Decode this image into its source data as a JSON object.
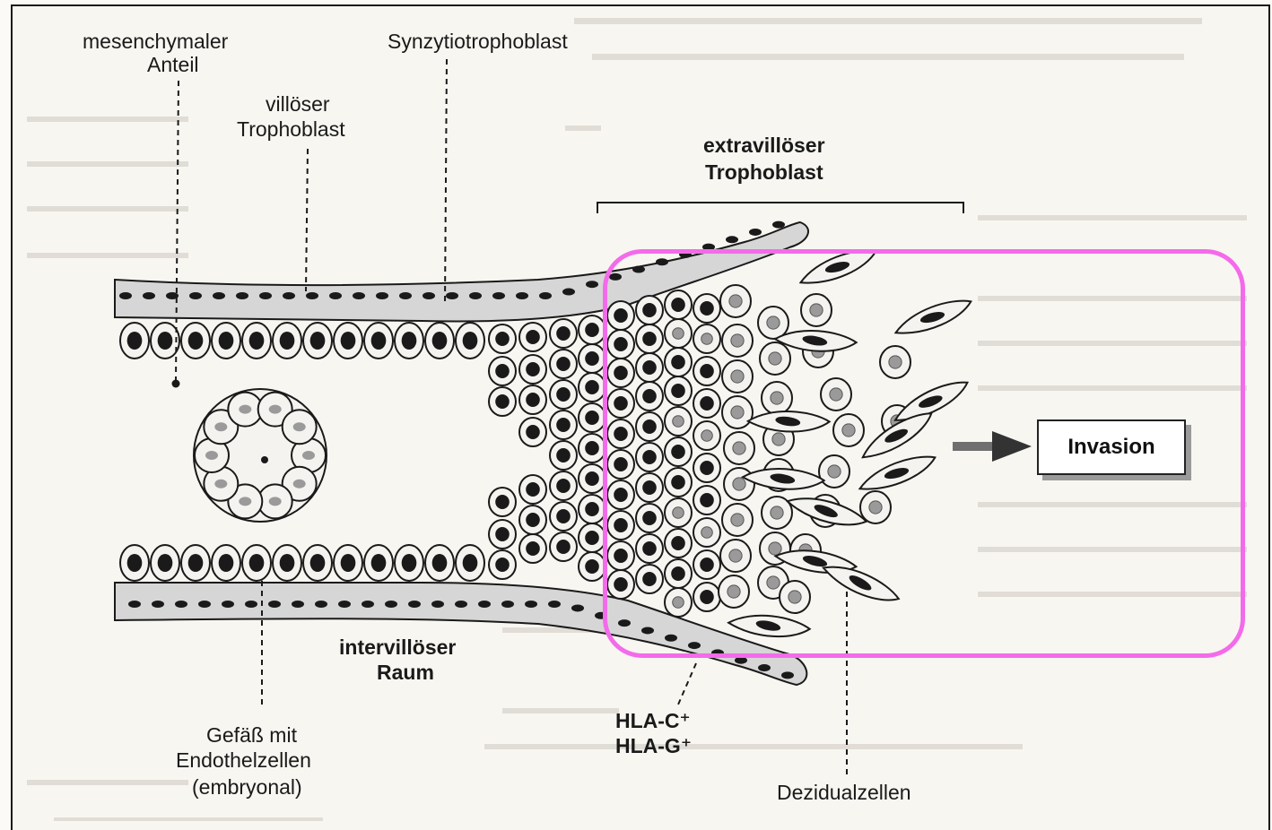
{
  "labels": {
    "mesenchymal_1": "mesenchymaler",
    "mesenchymal_2": "Anteil",
    "villous_1": "villöser",
    "villous_2": "Trophoblast",
    "syncytio": "Synzytiotrophoblast",
    "extravillous_1": "extravillöser",
    "extravillous_2": "Trophoblast",
    "invasion": "Invasion",
    "intervillous_1": "intervillöser",
    "intervillous_2": "Raum",
    "vessel_1": "Gefäß mit",
    "vessel_2": "Endothelzellen",
    "vessel_3": "(embryonal)",
    "hla_c": "HLA-C⁺",
    "hla_g": "HLA-G⁺",
    "decidual": "Dezidualzellen"
  },
  "colors": {
    "highlight": "#f36bea",
    "ink": "#1a1a1a",
    "cell_fill": "#f4f3ef",
    "syncytium_fill": "#d8d8d8",
    "grey_nucleus": "#9a9a9a"
  }
}
